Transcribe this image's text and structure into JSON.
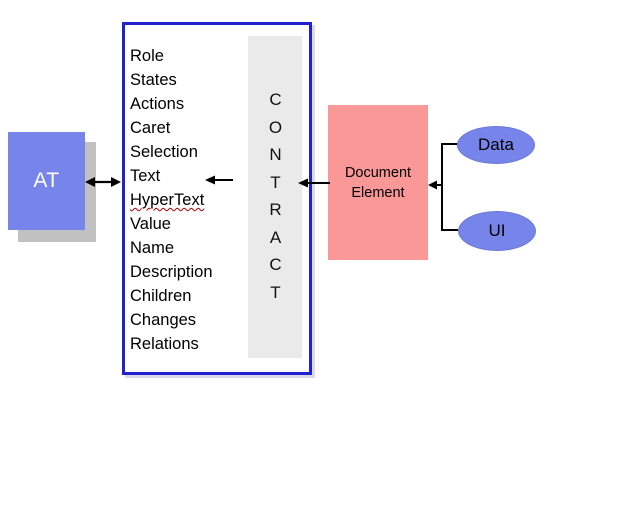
{
  "at_box": {
    "label": "AT"
  },
  "contract_box": {
    "vertical_label": "CONTRACT",
    "items": [
      "Role",
      "States",
      "Actions",
      "Caret",
      "Selection",
      "Text",
      "HyperText",
      "Value",
      "Name",
      "Description",
      "Children",
      "Changes",
      "Relations"
    ],
    "misspelled_item": "HyperText"
  },
  "document_element_box": {
    "line1": "Document",
    "line2": "Element"
  },
  "data_ellipse": {
    "label": "Data"
  },
  "ui_ellipse": {
    "label": "UI"
  },
  "arrows": {
    "at_contract": "bidirectional",
    "contract_text_pointer": "points-left-at-Text",
    "document_to_contract": "points-left",
    "data_ui_to_document": "bracket-points-left"
  },
  "colors": {
    "node_blue": "#7785ea",
    "document_pink": "#f99896",
    "contract_border_blue": "#2222cc",
    "strip_gray": "#eaeaea",
    "shadow_gray": "#c1c1c1",
    "arrow_black": "#000000",
    "spellcheck_red": "#aa0000"
  }
}
